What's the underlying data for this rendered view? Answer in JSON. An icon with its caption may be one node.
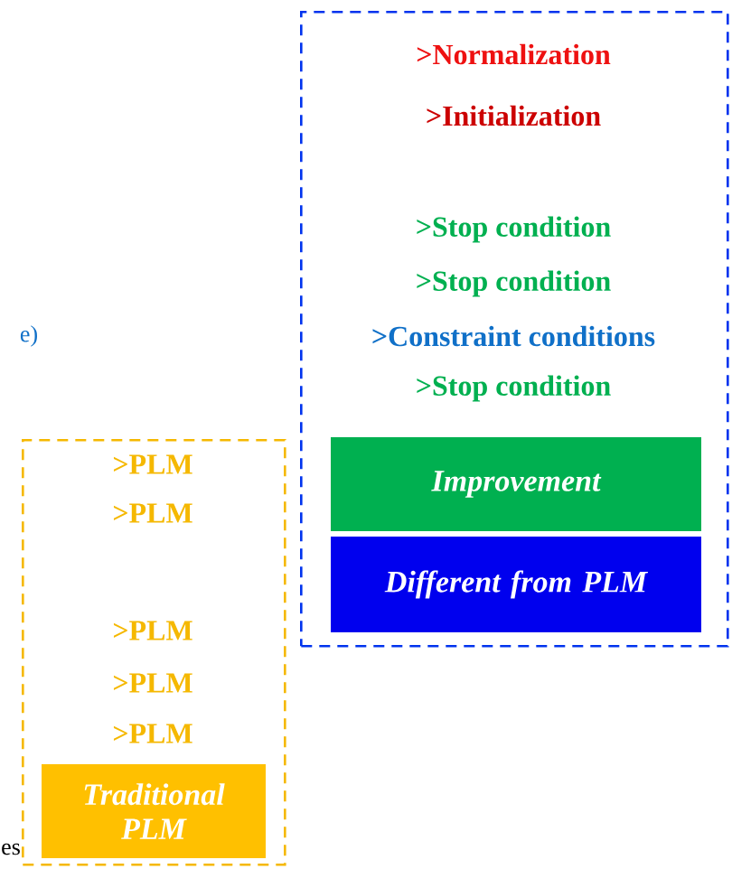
{
  "diagram": {
    "nodes": [
      {
        "text": [
          ">Normalization",
          ">Initialization",
          ">Stop condition",
          ">Stop condition",
          ">Constraint conditions",
          ">Stop condition"
        ]
      },
      {
        "text": [
          "Improvement"
        ],
        "in": 0
      },
      {
        "text": [
          "Different from PLM"
        ],
        "in": 0
      },
      {
        "text": [
          ">PLM",
          ">PLM",
          ">PLM",
          ">PLM",
          ">PLM"
        ]
      },
      {
        "text": [
          "Traditional PLM"
        ],
        "in": 3
      }
    ],
    "labels": [
      "e)",
      "es"
    ]
  }
}
